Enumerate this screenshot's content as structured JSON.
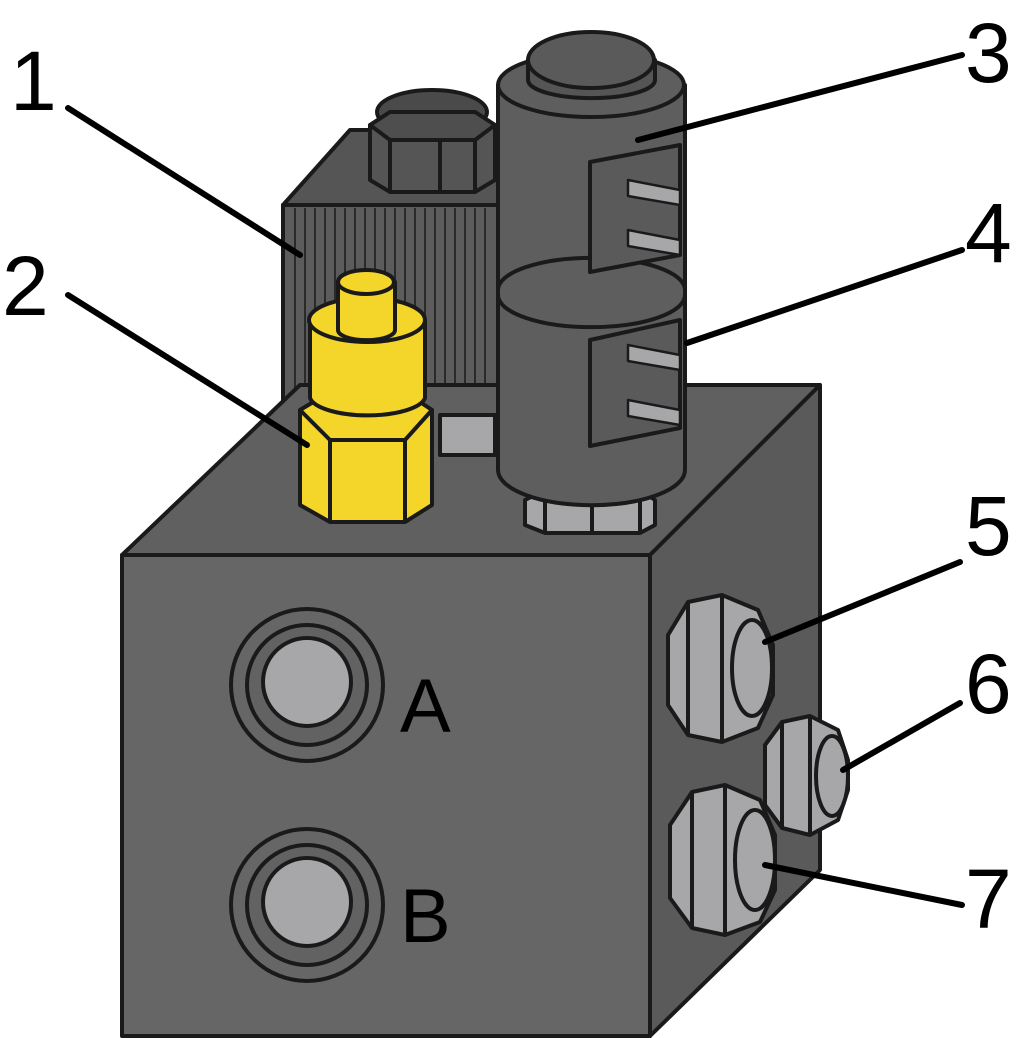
{
  "colors": {
    "block_face": "#666666",
    "block_top": "#606060",
    "block_side": "#5a5a5a",
    "cartridge": "#5e5e5e",
    "yellow": "#f4d52a",
    "fitting": "#a7a7a9",
    "stroke": "#1a1a1a"
  },
  "callouts": {
    "c1": "1",
    "c2": "2",
    "c3": "3",
    "c4": "4",
    "c5": "5",
    "c6": "6",
    "c7": "7"
  },
  "ports": {
    "a": "A",
    "b": "B"
  }
}
